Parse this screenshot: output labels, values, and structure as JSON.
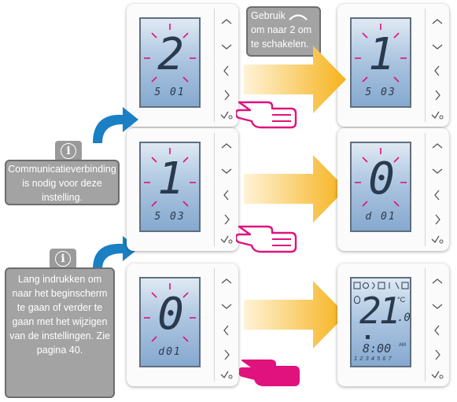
{
  "steps": [
    {
      "big": "2",
      "code": "5 01"
    },
    {
      "big": "1",
      "code": "5 03"
    },
    {
      "big": "1",
      "code": "5 03"
    },
    {
      "big": "0",
      "code": "d 01"
    },
    {
      "big": "0",
      "code": "d01"
    },
    {
      "home_time": "8:00",
      "home_ampm": "AM",
      "home_temp": "21",
      "home_dec": ".0",
      "home_unit": "°C",
      "home_days": "1 2 3 4 5 6 7"
    }
  ],
  "callout_top": {
    "text_before": "Gebruik",
    "text_after": "om naar 2 om te schakelen."
  },
  "callout_middle": {
    "text": "Communicatieverbinding is nodig voor deze instelling."
  },
  "callout_bottom": {
    "text": "Lang indrukken om naar het beginscherm te gaan of verder te gaan met het wijzigen van de instellingen. Zie pagina 40."
  },
  "icons": {
    "info": "i"
  },
  "colors": {
    "accent": "#e0127e",
    "arrow_blue": "#1b7fc4",
    "arrow_yellow": "#f6b21c"
  }
}
